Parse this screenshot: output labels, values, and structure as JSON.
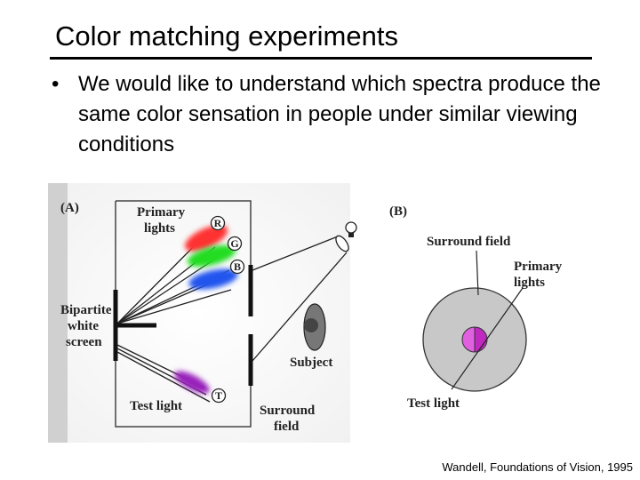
{
  "slide": {
    "title": "Color matching experiments",
    "bullets": [
      "We would like to understand which spectra produce the same color sensation in people under similar viewing conditions"
    ],
    "caption": "Wandell, Foundations of Vision, 1995"
  },
  "figure": {
    "panel_a": {
      "label": "(A)",
      "primary_lights": [
        "Primary",
        "lights"
      ],
      "primaries": [
        "R",
        "G",
        "B"
      ],
      "bipartite": [
        "Bipartite",
        "white",
        "screen"
      ],
      "subject": "Subject",
      "test_light": "Test light",
      "test_symbol": "T",
      "surround": [
        "Surround",
        "field"
      ]
    },
    "panel_b": {
      "label": "(B)",
      "surround_field": "Surround field",
      "primary_lights": [
        "Primary",
        "lights"
      ],
      "test_light": "Test light"
    },
    "colors": {
      "red": "#ff3030",
      "green": "#22dd22",
      "blue": "#2255ee",
      "violet": "#9922bb",
      "disc_left": "#e060e0",
      "disc_right": "#c028c0",
      "surround_fill": "#c8c8c8"
    }
  }
}
